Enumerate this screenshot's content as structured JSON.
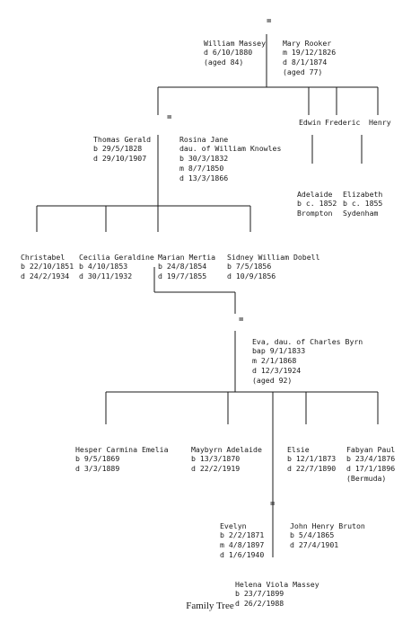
{
  "equals_sign": "=",
  "caption": "Family Tree",
  "people": {
    "william": [
      "William Massey",
      "d 6/10/1880",
      "(aged 84)"
    ],
    "mary": [
      "Mary Rooker",
      "m 19/12/1826",
      "d 8/1/1874",
      "(aged 77)"
    ],
    "thomas": [
      "Thomas Gerald",
      "b 29/5/1828",
      "d 29/10/1907"
    ],
    "rosina": [
      "Rosina Jane",
      "dau. of William Knowles",
      "b 30/3/1832",
      "m 8/7/1850",
      "d 13/3/1866"
    ],
    "edwin": [
      "Edwin"
    ],
    "frederic": [
      "Frederic"
    ],
    "henry": [
      "Henry"
    ],
    "adelaide": [
      "Adelaide",
      "b c. 1852",
      "Brompton"
    ],
    "elizabeth": [
      "Elizabeth",
      "b c. 1855",
      "Sydenham"
    ],
    "christabel": [
      "Christabel",
      "b 22/10/1851",
      "d 24/2/1934"
    ],
    "cecilia": [
      "Cecilia Geraldine",
      "b 4/10/1853",
      "d 30/11/1932"
    ],
    "marian": [
      "Marian Mertia",
      "b 24/8/1854",
      "d 19/7/1855"
    ],
    "sidney": [
      "Sidney William Dobell",
      "b 7/5/1856",
      "d 10/9/1856"
    ],
    "eva": [
      "Eva, dau. of Charles Byrn",
      "bap 9/1/1833",
      "m 2/1/1868",
      "d 12/3/1924",
      "(aged 92)"
    ],
    "hesper": [
      "Hesper Carmina Emelia",
      "b 9/5/1869",
      "d 3/3/1889"
    ],
    "maybyrn": [
      "Maybyrn Adelaide",
      "b 13/3/1870",
      "d 22/2/1919"
    ],
    "elsie": [
      "Elsie",
      "b 12/1/1873",
      "d 22/7/1890"
    ],
    "fabyan": [
      "Fabyan Paul",
      "b 23/4/1876",
      "d 17/1/1896",
      "(Bermuda)"
    ],
    "evelyn": [
      "Evelyn",
      "b 2/2/1871",
      "m 4/8/1897",
      "d 1/6/1940"
    ],
    "john": [
      "John Henry Bruton",
      "b 5/4/1865",
      "d 27/4/1901"
    ],
    "helena": [
      "Helena Viola Massey",
      "b 23/7/1899",
      "d 26/2/1988"
    ]
  }
}
